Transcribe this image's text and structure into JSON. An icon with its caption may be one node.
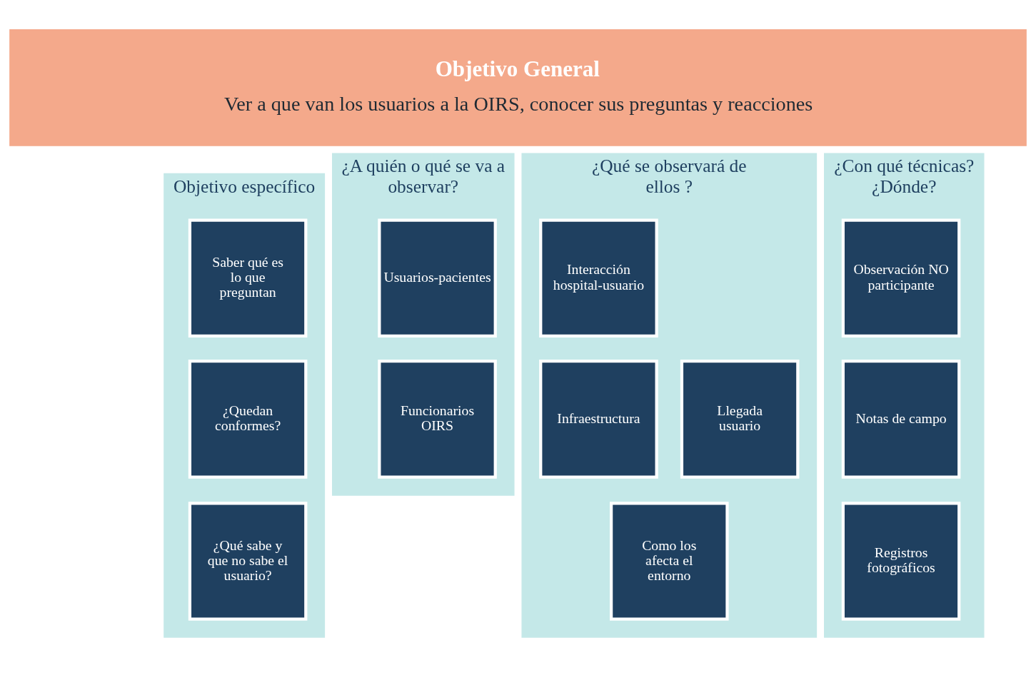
{
  "diagram": {
    "nodes": [
      {
        "text": [
          "Objetivo General",
          "Ver a que van los usuarios a la OIRS, conocer sus preguntas y reacciones"
        ]
      },
      {
        "text": [
          "Objetivo específico"
        ]
      },
      {
        "text": [
          "Saber qué es lo que preguntan"
        ],
        "in": 1
      },
      {
        "text": [
          "¿Quedan conformes?"
        ],
        "in": 1
      },
      {
        "text": [
          "¿Qué sabe y que no sabe el usuario?"
        ],
        "in": 1
      },
      {
        "text": [
          "¿A quién o qué se va a observar?"
        ]
      },
      {
        "text": [
          "Usuarios-pacientes"
        ],
        "in": 5
      },
      {
        "text": [
          "Funcionarios OIRS"
        ],
        "in": 5
      },
      {
        "text": [
          "¿Qué se observará de ellos ?"
        ]
      },
      {
        "text": [
          "Interacción hospital-usuario"
        ],
        "in": 8
      },
      {
        "text": [
          "Infraestructura"
        ],
        "in": 8
      },
      {
        "text": [
          "Llegada usuario"
        ],
        "in": 8
      },
      {
        "text": [
          "Como los afecta el entorno"
        ],
        "in": 8
      },
      {
        "text": [
          "¿Con qué técnicas? ¿Dónde?"
        ]
      },
      {
        "text": [
          "Observación NO participante"
        ],
        "in": 13
      },
      {
        "text": [
          "Notas de campo"
        ],
        "in": 13
      },
      {
        "text": [
          "Registros fotográficos"
        ],
        "in": 13
      }
    ],
    "edges": []
  }
}
